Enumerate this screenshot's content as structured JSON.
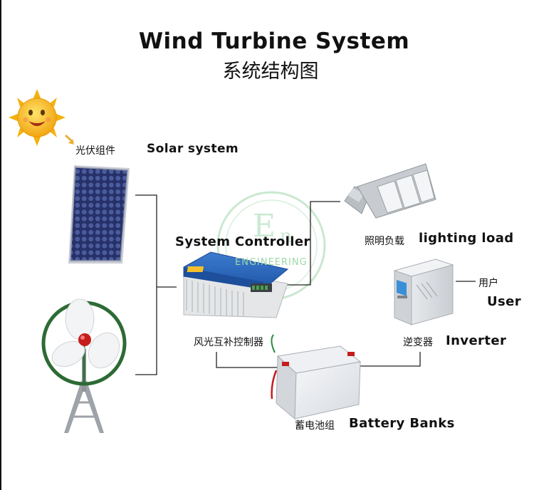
{
  "title": {
    "en": "Wind Turbine System",
    "cn": "系统结构图"
  },
  "labels": {
    "solar_cn": "光伏组件",
    "solar_en": "Solar system",
    "controller_en": "System Controller",
    "controller_cn": "风光互补控制器",
    "lighting_cn": "照明负载",
    "lighting_en": "lighting load",
    "user_cn": "用户",
    "user_en": "User",
    "inverter_cn": "逆变器",
    "inverter_en": "Inverter",
    "battery_cn": "蓄电池组",
    "battery_en": "Battery Banks"
  },
  "watermark": {
    "text": "ENGINEERING"
  },
  "colors": {
    "panel_blue": "#2f3f7a",
    "controller_blue": "#2a63b5",
    "turbine_green": "#2d6b34",
    "battery_red": "#c61c1c",
    "sun_yellow": "#f6b318",
    "line": "#222222"
  }
}
